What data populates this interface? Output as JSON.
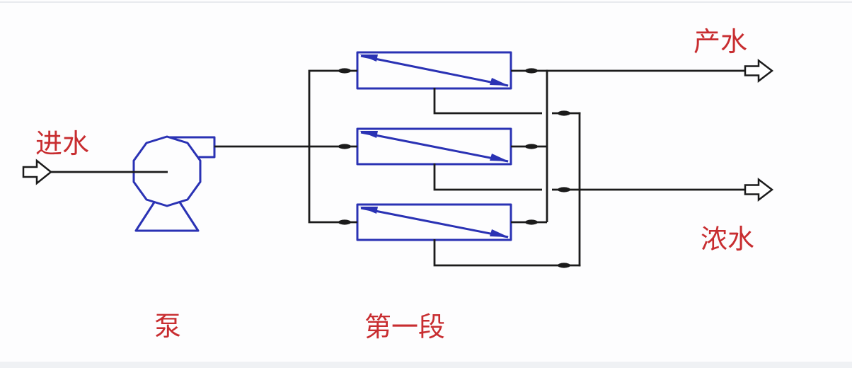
{
  "colors": {
    "background": "#fdfdfe",
    "pipe": "#1b1b1b",
    "equipment": "#2a32b4",
    "label": "#c82d30",
    "edge_top": "#e8eaee",
    "edge_bottom": "#eff1f4"
  },
  "labels": {
    "feed_water": "进水",
    "pump": "泵",
    "first_stage": "第一段",
    "product_water": "产水",
    "concentrate_water": "浓水"
  },
  "diagram": {
    "type": "process-flow",
    "membrane_module_count": 3,
    "equipment": [
      {
        "name": "feed-pump",
        "label": "泵"
      },
      {
        "name": "first-stage-membrane-bank",
        "label": "第一段"
      }
    ],
    "streams": [
      {
        "name": "feed",
        "label": "进水",
        "direction": "in"
      },
      {
        "name": "product",
        "label": "产水",
        "direction": "out"
      },
      {
        "name": "concentrate",
        "label": "浓水",
        "direction": "out"
      }
    ]
  }
}
